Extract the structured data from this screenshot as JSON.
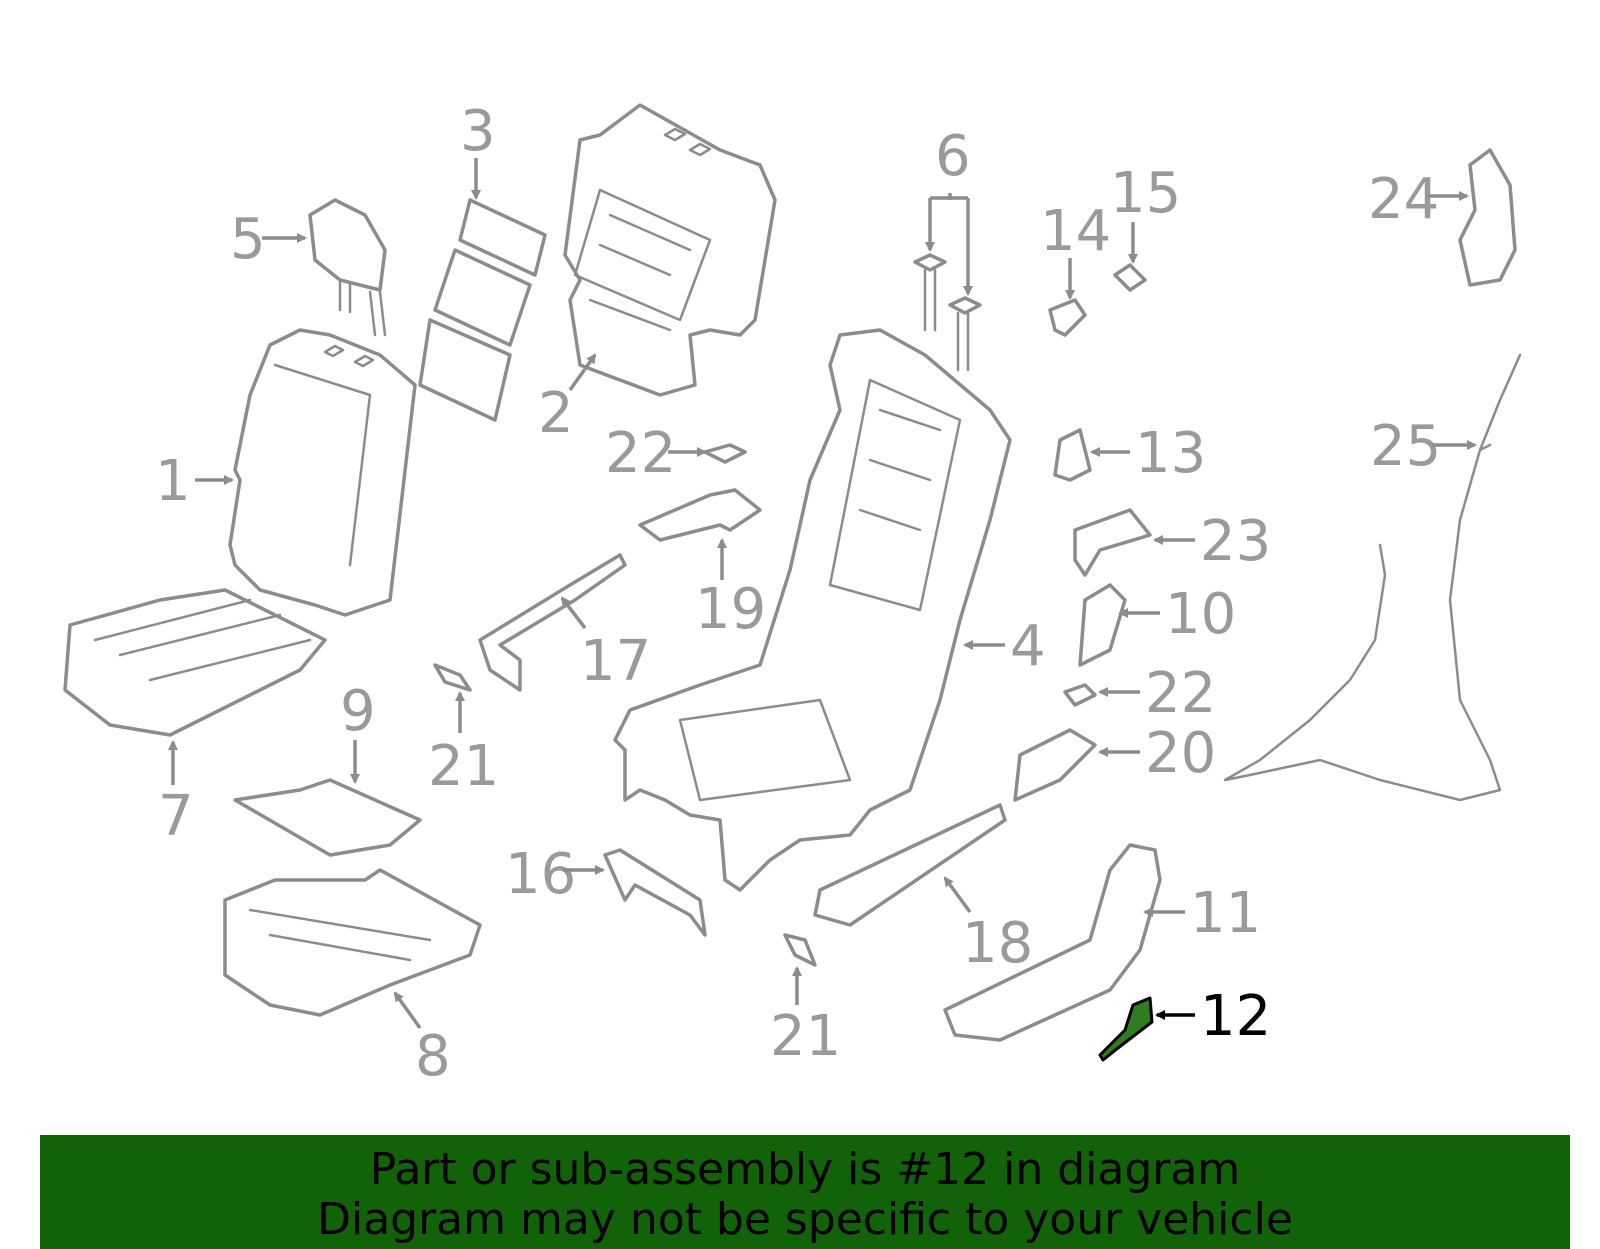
{
  "callouts": [
    {
      "num": "1"
    },
    {
      "num": "2"
    },
    {
      "num": "3"
    },
    {
      "num": "4"
    },
    {
      "num": "5"
    },
    {
      "num": "6"
    },
    {
      "num": "7"
    },
    {
      "num": "8"
    },
    {
      "num": "9"
    },
    {
      "num": "10"
    },
    {
      "num": "11"
    },
    {
      "num": "12"
    },
    {
      "num": "13"
    },
    {
      "num": "14"
    },
    {
      "num": "15"
    },
    {
      "num": "16"
    },
    {
      "num": "17"
    },
    {
      "num": "18"
    },
    {
      "num": "19"
    },
    {
      "num": "20"
    },
    {
      "num": "21"
    },
    {
      "num": "22"
    },
    {
      "num": "23"
    },
    {
      "num": "24"
    },
    {
      "num": "25"
    }
  ],
  "highlighted_part": "12",
  "colors": {
    "highlight": "#2e7d1f",
    "banner": "#116209",
    "part_outline": "#8c8c8c"
  },
  "banner": {
    "line1": "Part or sub-assembly is #12 in diagram",
    "line2": "Diagram may not be specific to your vehicle"
  }
}
